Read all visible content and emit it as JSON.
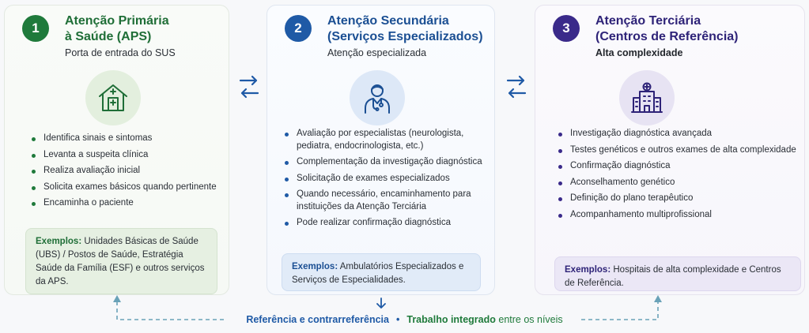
{
  "cards": [
    {
      "number": "1",
      "title_line1": "Atenção Primária",
      "title_line2": "à Saúde (APS)",
      "subtitle": "Porta de entrada do SUS",
      "icon": "house-clinic-icon",
      "bullets": [
        "Identifica sinais e sintomas",
        "Levanta a suspeita clínica",
        "Realiza avaliação inicial",
        "Solicita exames básicos quando pertinente",
        "Encaminha o paciente"
      ],
      "examples_label": "Exemplos:",
      "examples_text": " Unidades Básicas de Saúde (UBS) / Postos de Saúde, Estratégia Saúde da Família (ESF) e outros serviços da APS."
    },
    {
      "number": "2",
      "title_line1": "Atenção Secundária",
      "title_line2": "(Serviços Especializados)",
      "subtitle": "Atenção especializada",
      "icon": "doctor-stethoscope-icon",
      "bullets": [
        "Avaliação por especialistas (neurologista, pediatra, endocrinologista, etc.)",
        "Complementação da investigação diagnóstica",
        "Solicitação de exames especializados",
        "Quando necessário, encaminhamento para instituições da Atenção Terciária",
        "Pode realizar confirmação diagnóstica"
      ],
      "examples_label": "Exemplos:",
      "examples_text": " Ambulatórios Especializados e Serviços de Especialidades."
    },
    {
      "number": "3",
      "title_line1": "Atenção Terciária",
      "title_line2": "(Centros de Referência)",
      "subtitle": "Alta complexidade",
      "icon": "hospital-building-icon",
      "bullets": [
        "Investigação diagnóstica avançada",
        "Testes genéticos e outros exames de alta complexidade",
        "Confirmação diagnóstica",
        "Aconselhamento genético",
        "Definição do plano terapêutico",
        "Acompanhamento multiprofissional"
      ],
      "examples_label": "Exemplos:",
      "examples_text": " Hospitais de alta complexidade e Centros de Referência."
    }
  ],
  "footer": {
    "referencia": "Referência e contrarreferência",
    "separator": "•",
    "trabalho": "Trabalho integrado",
    "rest": " entre os níveis"
  },
  "colors": {
    "primary_green": "#1f7a3b",
    "secondary_blue": "#1f5aa6",
    "tertiary_purple": "#3a2a8a"
  }
}
